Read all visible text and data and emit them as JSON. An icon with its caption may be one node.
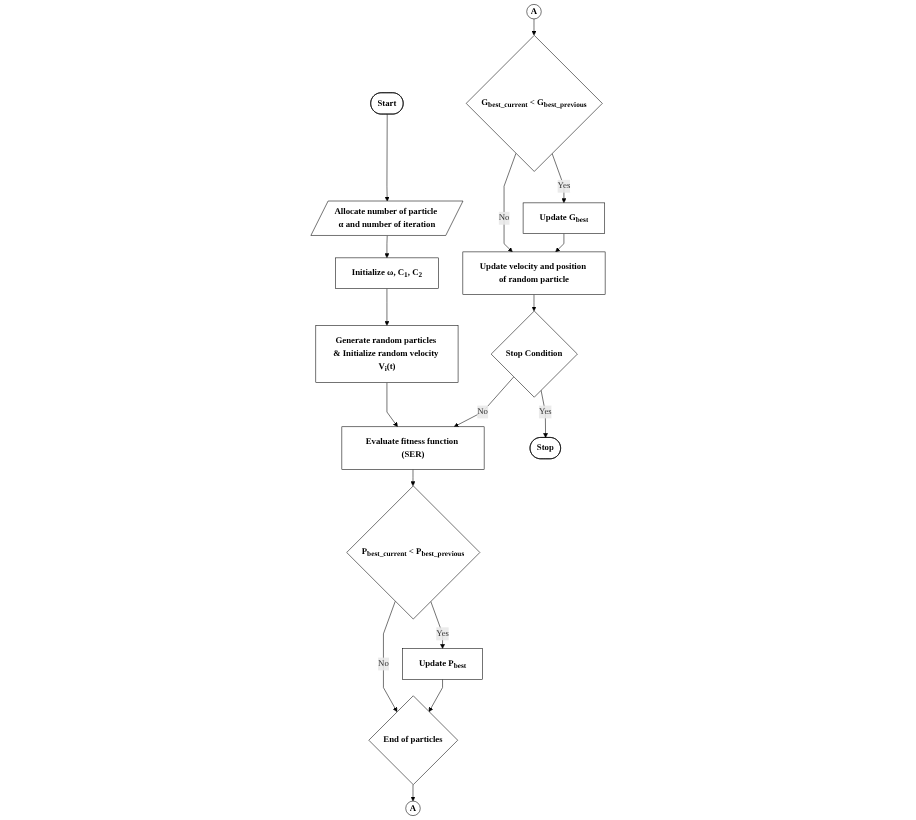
{
  "diagram": {
    "nodes": [
      {
        "text": [
          "Start"
        ]
      },
      {
        "text": [
          "Allocate number of particle α and number of iteration"
        ]
      },
      {
        "text": [
          "Initialize ω, C$_{1}$, C$_{2}$"
        ]
      },
      {
        "text": [
          "Generate random particles & Initialize random velocity V$_{i}$(t)"
        ]
      },
      {
        "text": [
          "Evaluate fitness function (SER)"
        ]
      },
      {
        "text": [
          "P$_{best_current}$ < P$_{best_previous}$"
        ]
      },
      {
        "text": [
          "Update P$_{best}$"
        ]
      },
      {
        "text": [
          "End of particles"
        ]
      },
      {
        "text": [
          "A"
        ]
      },
      {
        "text": [
          "A"
        ]
      },
      {
        "text": [
          "G$_{best_current}$ < G$_{best_previous}$"
        ]
      },
      {
        "text": [
          "Update G$_{best}$"
        ]
      },
      {
        "text": [
          "Update velocity and position of random particle"
        ]
      },
      {
        "text": [
          "Stop Condition"
        ]
      },
      {
        "text": [
          "Stop"
        ]
      }
    ],
    "edges": [
      {
        "from": 0,
        "to": 1,
        "arrow": "to"
      },
      {
        "from": 1,
        "to": 2,
        "arrow": "to"
      },
      {
        "from": 2,
        "to": 3,
        "arrow": "to"
      },
      {
        "from": 3,
        "to": 4,
        "arrow": "to"
      },
      {
        "from": 4,
        "to": 5,
        "arrow": "to"
      },
      {
        "from": 5,
        "to": 6,
        "label": "Yes",
        "arrow": "to"
      },
      {
        "from": 5,
        "to": 7,
        "label": "No",
        "arrow": "to"
      },
      {
        "from": 6,
        "to": 7,
        "arrow": "to"
      },
      {
        "from": 7,
        "to": 8,
        "arrow": "to"
      },
      {
        "from": 9,
        "to": 10,
        "arrow": "to"
      },
      {
        "from": 10,
        "to": 11,
        "label": "Yes",
        "arrow": "to"
      },
      {
        "from": 10,
        "to": 12,
        "label": "No",
        "arrow": "to"
      },
      {
        "from": 11,
        "to": 12,
        "arrow": "to"
      },
      {
        "from": 12,
        "to": 13,
        "arrow": "to"
      },
      {
        "from": 13,
        "to": 4,
        "label": "No",
        "arrow": "to"
      },
      {
        "from": 13,
        "to": 14,
        "label": "Yes",
        "arrow": "to"
      }
    ]
  }
}
